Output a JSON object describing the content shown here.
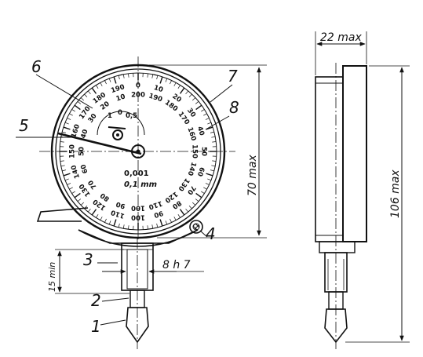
{
  "dial": {
    "outer_numbers": [
      "0",
      "10",
      "20",
      "30",
      "40",
      "50",
      "60",
      "70",
      "80",
      "90",
      "100",
      "110",
      "120",
      "130",
      "140",
      "150",
      "160",
      "170",
      "180",
      "190"
    ],
    "inner_numbers": [
      "200",
      "190",
      "180",
      "170",
      "160",
      "150",
      "140",
      "130",
      "120",
      "110",
      "100",
      "90",
      "80",
      "70",
      "60",
      "50",
      "40",
      "30",
      "20",
      "10"
    ],
    "small_scale": [
      "0",
      "1",
      "0,5"
    ],
    "resolution": "0,001",
    "unit": "0,1 mm"
  },
  "callouts": {
    "c1": "1",
    "c2": "2",
    "c3": "3",
    "c4": "4",
    "c5": "5",
    "c6": "6",
    "c7": "7",
    "c8": "8"
  },
  "dimensions": {
    "diameter": "70 max",
    "shank": "8 h 7",
    "shank_length": "15 min",
    "depth": "22 max",
    "height": "106 max"
  }
}
